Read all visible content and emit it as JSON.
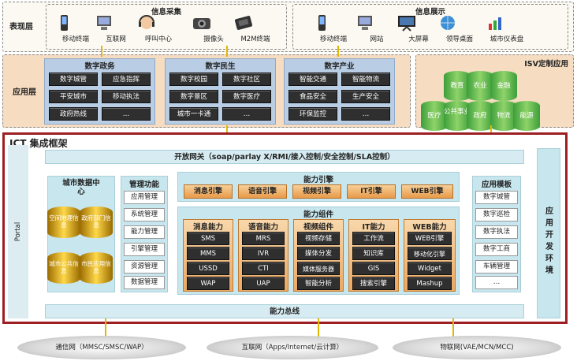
{
  "presentation": {
    "layer_label": "表现层",
    "collect_title": "信息采集",
    "display_title": "信息展示",
    "collect_items": [
      "移动终端",
      "互联网",
      "呼叫中心",
      "摄像头",
      "M2M终端"
    ],
    "display_items": [
      "移动终端",
      "网站",
      "大屏幕",
      "领导桌面",
      "城市仪表盘"
    ]
  },
  "application": {
    "layer_label": "应用层",
    "groups": [
      {
        "title": "数字政务",
        "items": [
          "数字城管",
          "应急指挥",
          "平安城市",
          "移动执法",
          "政府热线",
          "…"
        ]
      },
      {
        "title": "数字民生",
        "items": [
          "数字校园",
          "数字社区",
          "数字景区",
          "数字医疗",
          "城市一卡通",
          "…"
        ]
      },
      {
        "title": "数字产业",
        "items": [
          "智能交通",
          "智能物流",
          "食品安全",
          "生产安全",
          "环保监控",
          "…"
        ]
      }
    ],
    "isv_title": "ISV定制应用",
    "isv_items": [
      "教育",
      "农业",
      "金融",
      "医疗",
      "公共事业",
      "政府",
      "物流",
      "能源"
    ]
  },
  "ict": {
    "title": "ICT 集成框架",
    "portal": "Portal",
    "gateway": "开放网关（soap/parlay X/RMI/接入控制/安全控制/SLA控制）",
    "dev_env": "应用开发环境",
    "bus": "能力总线",
    "data_center": {
      "title": "城市数据中心",
      "items": [
        "空间地理信息",
        "政府部门信息",
        "城市公共信息",
        "市民应用信息"
      ]
    },
    "management": {
      "title": "管理功能",
      "items": [
        "应用管理",
        "系统管理",
        "能力管理",
        "引擎管理",
        "资源管理",
        "数据管理"
      ]
    },
    "engine": {
      "title": "能力引擎",
      "items": [
        "消息引擎",
        "语音引擎",
        "视频引擎",
        "IT引擎",
        "WEB引擎"
      ]
    },
    "components": {
      "title": "能力组件",
      "columns": [
        {
          "title": "消息能力",
          "items": [
            "SMS",
            "MMS",
            "USSD",
            "WAP"
          ]
        },
        {
          "title": "语音能力",
          "items": [
            "MRS",
            "IVR",
            "CTI",
            "UAP"
          ]
        },
        {
          "title": "视频组件",
          "items": [
            "视频存储",
            "媒体分发",
            "媒体服务器",
            "智能分析"
          ]
        },
        {
          "title": "IT能力",
          "items": [
            "工作流",
            "知识库",
            "GIS",
            "搜索引擎"
          ]
        },
        {
          "title": "WEB能力",
          "items": [
            "WEB引擎",
            "移动化引擎",
            "Widget",
            "Mashup"
          ]
        }
      ]
    },
    "templates": {
      "title": "应用模板",
      "items": [
        "数字城管",
        "数字巡检",
        "数字执法",
        "数字工商",
        "车辆管理",
        "…"
      ]
    }
  },
  "networks": [
    "通信网（MMSC/SMSC/WAP）",
    "互联网（Apps/Internet/云计算）",
    "物联网(VAE/MCN/MCC)"
  ]
}
